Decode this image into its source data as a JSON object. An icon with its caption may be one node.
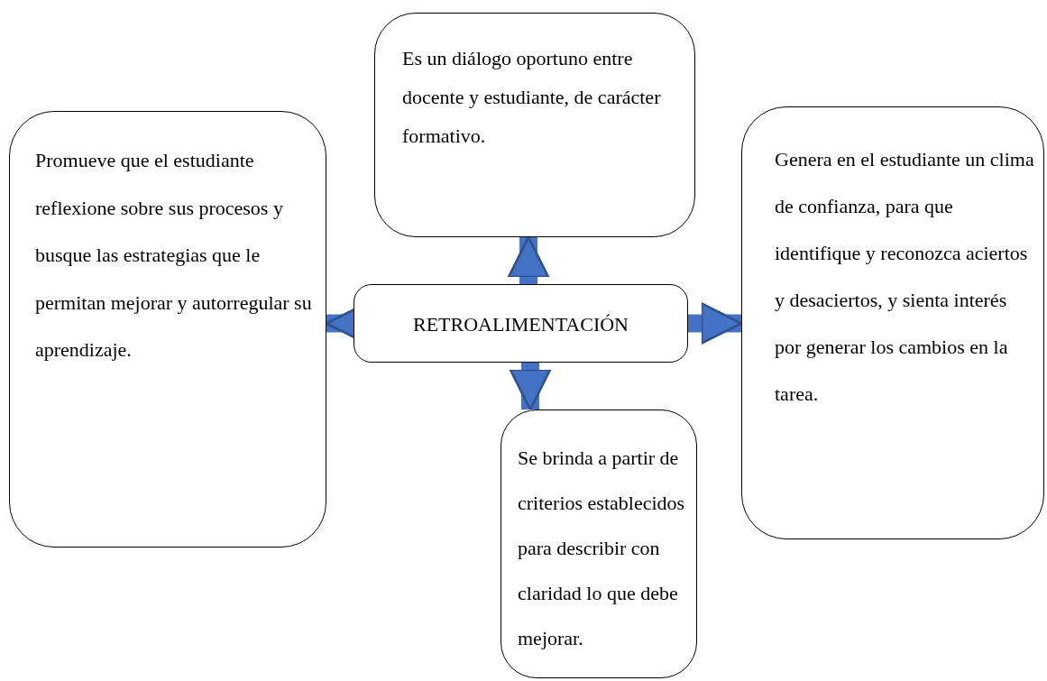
{
  "diagram": {
    "nodes": [
      {
        "text": [
          "Es un diálogo oportuno entre docente y estudiante, de carácter formativo."
        ]
      },
      {
        "text": [
          "Promueve que el estudiante reflexione sobre sus procesos y busque las estrategias que le permitan mejorar y autorregular su aprendizaje."
        ]
      },
      {
        "text": [
          "RETROALIMENTACIÓN"
        ]
      },
      {
        "text": [
          "Genera en el estudiante un clima de confianza, para que identifique y reconozca aciertos y desaciertos, y sienta interés por generar los cambios en la tarea."
        ]
      },
      {
        "text": [
          "Se brinda a partir de criterios establecidos para describir con claridad lo que debe mejorar."
        ]
      }
    ],
    "edges": [
      {
        "from": 2,
        "to": 0,
        "arrow": "to"
      },
      {
        "from": 2,
        "to": 1,
        "arrow": "to"
      },
      {
        "from": 2,
        "to": 3,
        "arrow": "to"
      },
      {
        "from": 2,
        "to": 4,
        "arrow": "to"
      }
    ]
  }
}
